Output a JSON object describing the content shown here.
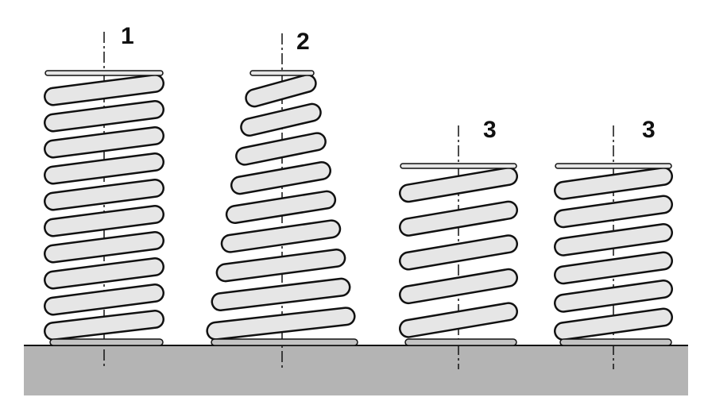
{
  "springs": [
    {
      "label": "1",
      "coils": 10,
      "type": "cylindrical"
    },
    {
      "label": "2",
      "coils": 9,
      "type": "conical"
    },
    {
      "label": "3",
      "coils": 5,
      "type": "cylindrical"
    },
    {
      "label": "3",
      "coils": 6,
      "type": "cylindrical"
    }
  ],
  "colors": {
    "base": "#b4b4b4",
    "coil": "#e6e6e6",
    "back": "#c4c4c4",
    "line": "#111111"
  }
}
